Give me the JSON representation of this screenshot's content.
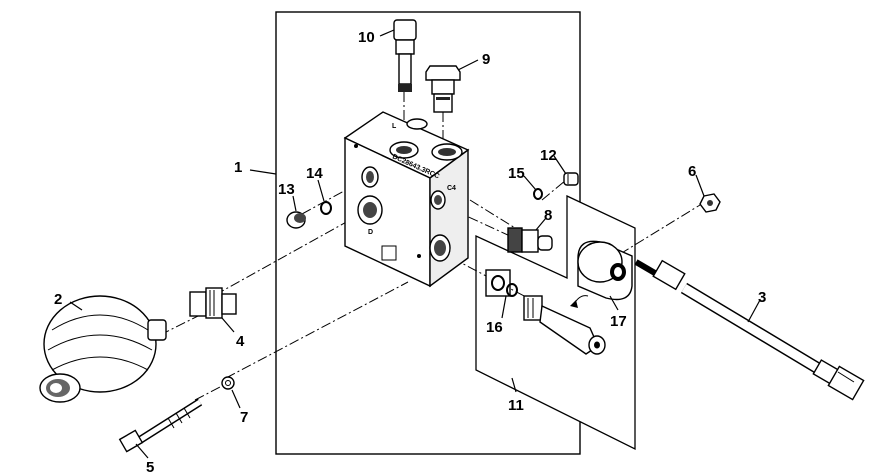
{
  "diagram": {
    "valve_block_marking": "DC28643.3RCC",
    "port_label_c4": "C4",
    "port_label_d": "D",
    "port_label_l": "L",
    "callouts": {
      "c1": "1",
      "c2": "2",
      "c3": "3",
      "c4": "4",
      "c5": "5",
      "c6": "6",
      "c7": "7",
      "c8": "8",
      "c9": "9",
      "c10": "10",
      "c11": "11",
      "c12": "12",
      "c13": "13",
      "c14": "14",
      "c15": "15",
      "c16": "16",
      "c17": "17"
    }
  }
}
